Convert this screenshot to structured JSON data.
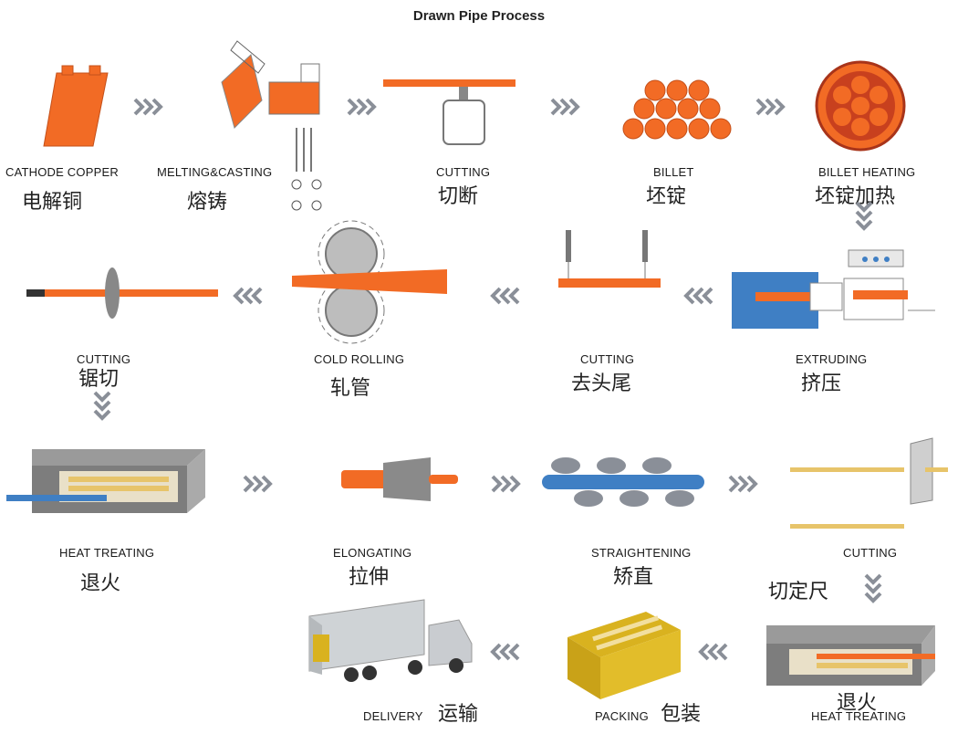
{
  "title": "Drawn Pipe Process",
  "steps": [
    {
      "en": "CATHODE COPPER",
      "cn": "电解铜"
    },
    {
      "en": "MELTING&CASTING",
      "cn": "熔铸"
    },
    {
      "en": "CUTTING",
      "cn": "切断"
    },
    {
      "en": "BILLET",
      "cn": "坯锭"
    },
    {
      "en": "BILLET HEATING",
      "cn": "坯锭加热"
    },
    {
      "en": "EXTRUDING",
      "cn": "挤压"
    },
    {
      "en": "CUTTING",
      "cn": "去头尾"
    },
    {
      "en": "COLD ROLLING",
      "cn": "轧管"
    },
    {
      "en": "CUTTING",
      "cn": "锯切"
    },
    {
      "en": "HEAT TREATING",
      "cn": "退火"
    },
    {
      "en": "ELONGATING",
      "cn": "拉伸"
    },
    {
      "en": "STRAIGHTENING",
      "cn": "矫直"
    },
    {
      "en": "CUTTING",
      "cn": "切定尺"
    },
    {
      "en": "HEAT TREATING",
      "cn": "退火"
    },
    {
      "en": "PACKING",
      "cn": "包装"
    },
    {
      "en": "DELIVERY",
      "cn": "运输"
    }
  ],
  "colors": {
    "copper": "#f26b25",
    "steel": "#9a9a9a",
    "arrow": "#8a8f98",
    "pipe_blue": "#3f7fc4",
    "brass": "#e7c46a"
  }
}
